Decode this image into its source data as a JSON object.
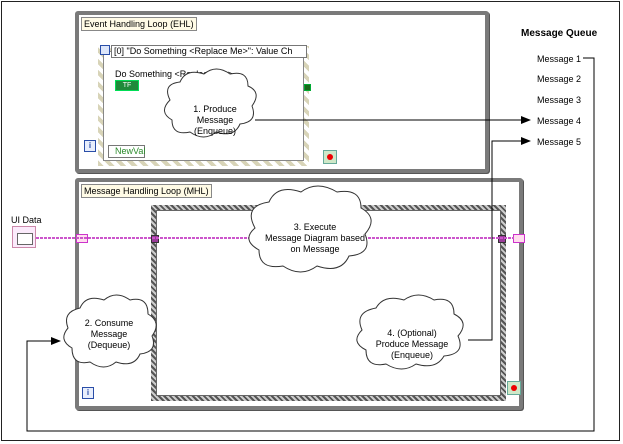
{
  "ehl": {
    "label": "Event Handling Loop (EHL)",
    "event_selector": "[0] \"Do Something <Replace Me>\": Value Ch",
    "control_label": "Do Something <Replace Me>",
    "control_value": "TF",
    "newval_label": "NewVal",
    "iteration_icon": "i",
    "cloud": [
      "1. Produce",
      "Message",
      "(Enqueue)"
    ]
  },
  "mhl": {
    "label": "Message Handling Loop (MHL)",
    "iteration_icon": "i",
    "clouds": {
      "execute": [
        "3. Execute",
        "Message Diagram based",
        "on Message"
      ],
      "consume": [
        "2. Consume",
        "Message",
        "(Dequeue)"
      ],
      "produce": [
        "4. (Optional)",
        "Produce Message",
        "(Enqueue)"
      ]
    }
  },
  "ui_data": {
    "label": "UI Data"
  },
  "message_queue": {
    "title": "Message Queue",
    "items": [
      "Message 1",
      "Message 2",
      "Message 3",
      "Message 4",
      "Message 5"
    ]
  },
  "colors": {
    "wire": "#cc55cc",
    "loop_border": "#7a7a7a",
    "stop_red": "#ee0000"
  }
}
